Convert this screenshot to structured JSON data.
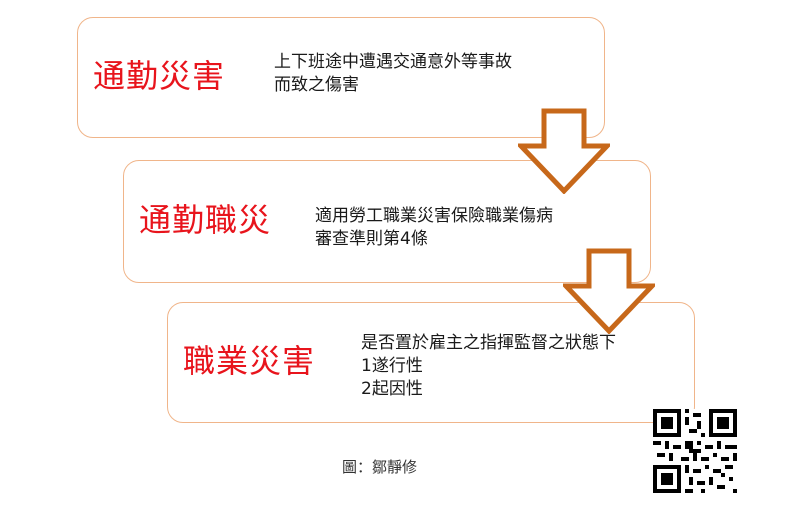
{
  "steps": [
    {
      "title": "通勤災害",
      "lines": [
        "上下班途中遭遇交通意外等事故",
        "而致之傷害"
      ]
    },
    {
      "title": "通勤職災",
      "lines": [
        "適用勞工職業災害保險職業傷病",
        "審查準則第4條"
      ]
    },
    {
      "title": "職業災害",
      "lines": [
        "是否置於雇主之指揮監督之狀態下",
        "1遂行性",
        "2起因性"
      ]
    }
  ],
  "caption": "圖：鄒靜修",
  "colors": {
    "title": "#e8141c",
    "box_border": "#f0b58a",
    "arrow": "#c7681a",
    "text": "#1a1a1a"
  }
}
